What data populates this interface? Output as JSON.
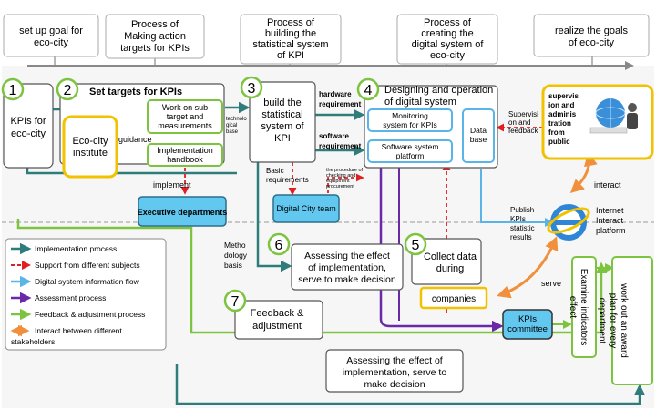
{
  "top_labels": [
    {
      "lines": [
        "set up goal for",
        "eco-city"
      ]
    },
    {
      "lines": [
        "Process of",
        "Making action",
        "targets for KPIs"
      ]
    },
    {
      "lines": [
        "Process of",
        "building the",
        "statistical system",
        "of KPI"
      ]
    },
    {
      "lines": [
        "Process of",
        "creating  the",
        "digital system of",
        "eco-city"
      ]
    },
    {
      "lines": [
        "realize the goals",
        "of eco-city"
      ]
    }
  ],
  "steps": [
    {
      "num": "1"
    },
    {
      "num": "2"
    },
    {
      "num": "3"
    },
    {
      "num": "4"
    },
    {
      "num": "5"
    },
    {
      "num": "6"
    },
    {
      "num": "7"
    }
  ],
  "nodes": {
    "kpis_for_ecocity": [
      "KPIs for",
      "eco-city"
    ],
    "set_targets_title": "Set targets for KPIs",
    "work_on_sub": [
      "Work on sub",
      "target and",
      "measurements"
    ],
    "implementation_handbook": [
      "Implementation",
      "handbook"
    ],
    "ecocity_institute": [
      "Eco-city",
      "institute"
    ],
    "guidance": "guidance",
    "implement": "implement",
    "executive_departments": "Executive departments",
    "build_stat_system": [
      "build the",
      "statistical",
      "system of",
      "KPI"
    ],
    "technological_base": [
      "technolo",
      "gical",
      "base"
    ],
    "basic_requirements": [
      "Basic",
      "requirements"
    ],
    "digital_city_team": "Digital City team",
    "hardware_requirement": [
      "hardware",
      "requirement"
    ],
    "software_requirement": [
      "software",
      "requirement"
    ],
    "designing_title": [
      "Designing and operation",
      "of digital system"
    ],
    "monitoring_system": [
      "Monitoring",
      "system for KPIs"
    ],
    "software_platform": [
      "Software system",
      "platform"
    ],
    "database": [
      "Data",
      "base"
    ],
    "procedure_note": [
      "the procedure of",
      "checking and",
      "equipment",
      "procurement"
    ],
    "supervision_feedback": [
      "Supervisi",
      "on and",
      "feedback"
    ],
    "supervision_public": [
      "supervis",
      "ion and",
      "adminis",
      "tration",
      "from",
      "public"
    ],
    "interact": "interact",
    "internet_platform": [
      "Internet",
      "Interact",
      "platform"
    ],
    "publish_kpis": [
      "Publish",
      "KPIs",
      "statistic",
      "results"
    ],
    "methodology_basis": [
      "Metho",
      "dology",
      "basis"
    ],
    "assessing_6": [
      "Assessing the effect",
      "of implementation,",
      "serve to make decision"
    ],
    "collect_data": [
      "Collect data",
      "during"
    ],
    "companies": "companies",
    "serve": "serve",
    "feedback_adjustment": [
      "Feedback &",
      "adjustment"
    ],
    "kpis_committee": [
      "KPIs",
      "committee"
    ],
    "examine_indicators": [
      "Examine indicators",
      "effect"
    ],
    "work_out_award": [
      "work out an award",
      "plan for every",
      "department"
    ],
    "assessing_bottom": [
      "Assessing the effect of",
      "implementation, serve to",
      "make decision"
    ]
  },
  "legend": [
    {
      "label": "Implementation process",
      "color": "#2e7d7a"
    },
    {
      "label": "Support from different subjects",
      "color": "#e02020"
    },
    {
      "label": "Digital system information flow",
      "color": "#5ab4e8"
    },
    {
      "label": "Assessment process",
      "color": "#6a2aa8"
    },
    {
      "label": "Feedback & adjustment process",
      "color": "#7cc440"
    },
    {
      "label": "Interact between different",
      "color": "#f0903c",
      "extra": "stakeholders"
    }
  ],
  "colors": {
    "teal": "#2e7d7a",
    "red": "#e02020",
    "blue": "#5ab4e8",
    "purple": "#6a2aa8",
    "green": "#7cc440",
    "orange": "#f0903c",
    "yellow": "#f2c200",
    "cyan_fill": "#62c8f0"
  }
}
